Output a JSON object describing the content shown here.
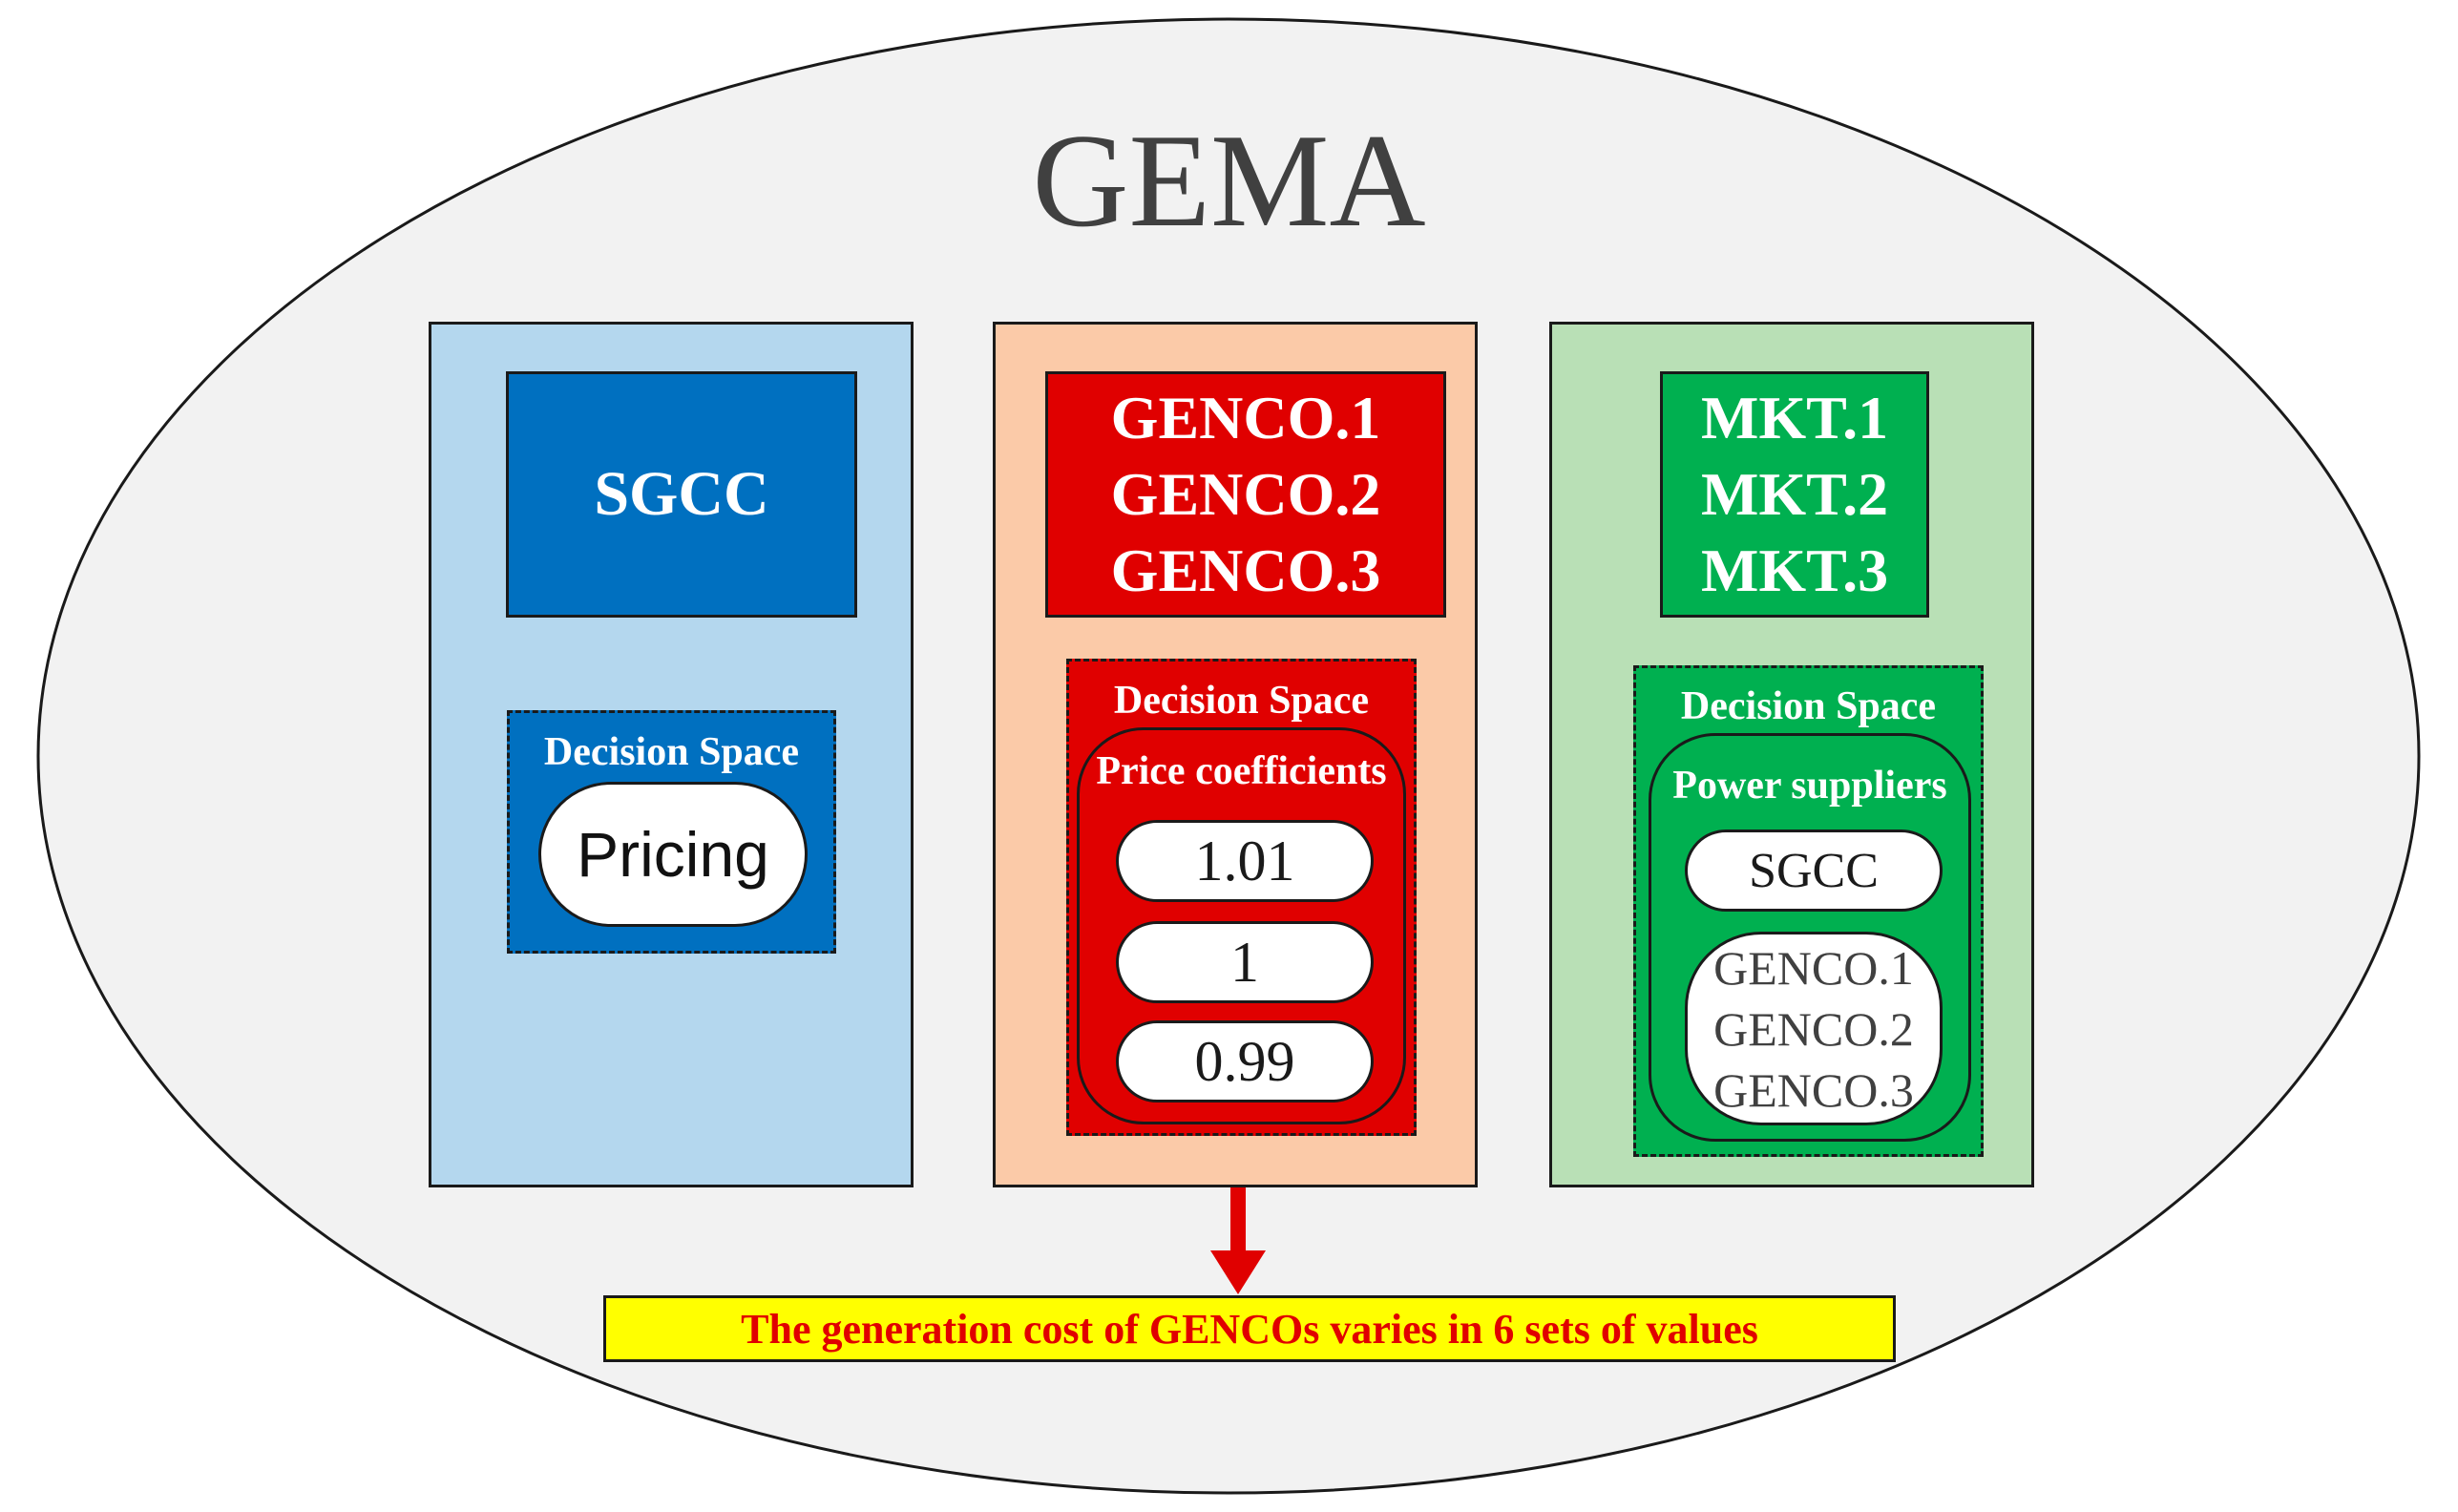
{
  "title": "GEMA",
  "colors": {
    "ellipse_fill": "#f2f2f2",
    "blue_panel": "#b4d7ee",
    "orange_panel": "#fbcaa8",
    "green_panel": "#b9e0b6",
    "blue": "#0070c0",
    "red": "#e00000",
    "green": "#00b050",
    "note_fill": "#ffff00",
    "arrow": "#e00000"
  },
  "sgcc_panel": {
    "actor": "SGCC",
    "decision_space_label": "Decision Space",
    "option": "Pricing"
  },
  "genco_panel": {
    "actors": [
      "GENCO.1",
      "GENCO.2",
      "GENCO.3"
    ],
    "decision_space_label": "Decision Space",
    "group_label": "Price coefficients",
    "options": [
      "1.01",
      "1",
      "0.99"
    ]
  },
  "mkt_panel": {
    "actors": [
      "MKT.1",
      "MKT.2",
      "MKT.3"
    ],
    "decision_space_label": "Decision Space",
    "group_label": "Power suppliers",
    "option_single": "SGCC",
    "option_group": [
      "GENCO.1",
      "GENCO.2",
      "GENCO.3"
    ]
  },
  "note": "The generation cost of GENCOs varies in 6 sets of values",
  "arrow_icon": "down-arrow-icon"
}
